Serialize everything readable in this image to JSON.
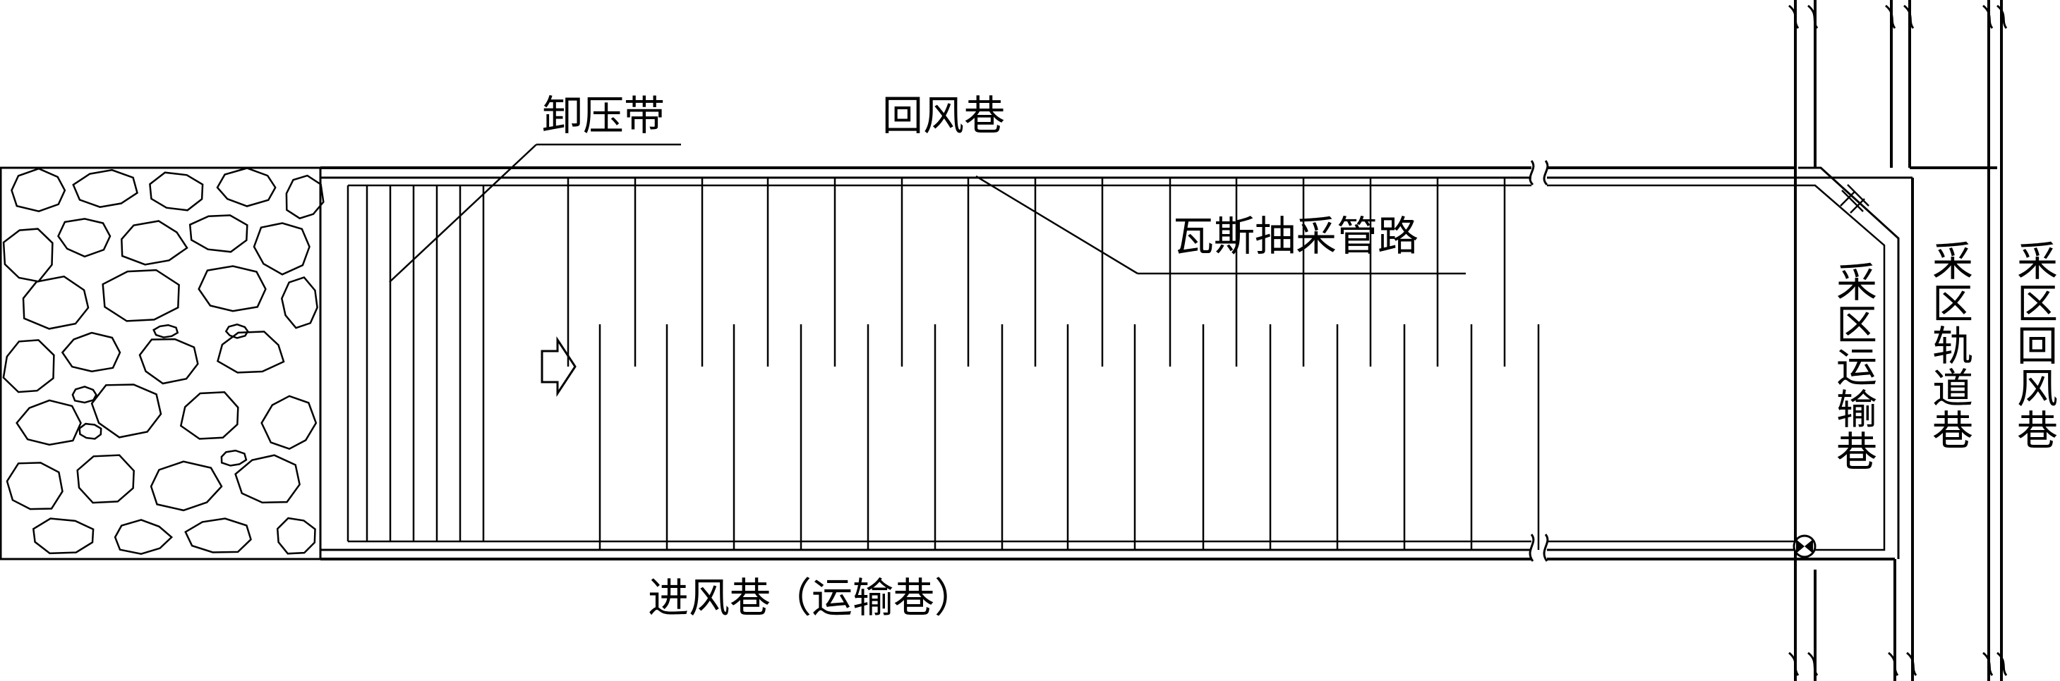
{
  "labels": {
    "relief_zone": "卸压带",
    "return_airway": "回风巷",
    "gas_pipeline": "瓦斯抽采管路",
    "intake_airway": "进风巷（运输巷）",
    "district_transport": "采区运输巷",
    "district_track": "采区轨道巷",
    "district_return": "采区回风巷"
  }
}
